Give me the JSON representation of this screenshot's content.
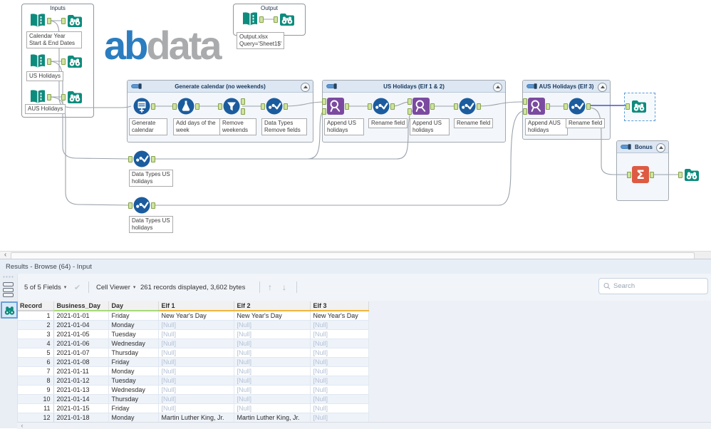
{
  "colors": {
    "teal": "#0d8c7d",
    "tool-blue": "#1b5c9e",
    "purple": "#7b4aa0",
    "summarize-orange": "#dd5b43",
    "logo-blue": "#2b7dc0",
    "logo-gray": "#a9abad",
    "underline-green": "#a6d977",
    "underline-amber": "#f0b63e",
    "selection-blue": "#5b9bd5",
    "wire-gray": "#9aa2ab",
    "wire-blue": "#4753c6"
  },
  "canvas": {
    "logo": {
      "part1": "ab",
      "part2": "data"
    },
    "containers": [
      "Inputs",
      "Output",
      "Generate calendar (no weekends)",
      "US Holidays (Elf 1 & 2)",
      "AUS Holidays (Elf 3)",
      "Bonus"
    ],
    "notes": {
      "calendar_year": "Calendar Year\nStart & End Dates",
      "us_holidays": "US Holidays",
      "aus_holidays": "AUS Holidays",
      "output_file": "Output.xlsx\nQuery='Sheet1$'",
      "generate_calendar": "Generate calendar",
      "add_days": "Add days of the week",
      "remove_weekends": "Remove weekends",
      "data_types_remove": "Data Types Remove fields",
      "append_us_1": "Append US holidays",
      "rename_1": "Rename field",
      "append_us_2": "Append US holidays",
      "rename_2": "Rename field",
      "append_aus": "Append AUS holidays",
      "rename_3": "Rename field",
      "data_types_us_1": "Data Types US holidays",
      "data_types_us_2": "Data Types US holidays"
    }
  },
  "results": {
    "title": "Results - Browse (64) - Input",
    "toolbar": {
      "fields_dropdown": "5 of 5 Fields",
      "cell_viewer": "Cell Viewer",
      "records_info": "261 records displayed, 3,602 bytes",
      "search_placeholder": "Search"
    }
  },
  "icons": {
    "caret_down": "▾",
    "check": "✔",
    "arrow_up": "↑",
    "arrow_down": "↓",
    "chevron_left": "‹"
  },
  "table": {
    "columns": [
      {
        "label": "Record",
        "underline": "gray"
      },
      {
        "label": "Business_Day",
        "underline": "green"
      },
      {
        "label": "Day",
        "underline": "green"
      },
      {
        "label": "Elf 1",
        "underline": "amber"
      },
      {
        "label": "Elf 2",
        "underline": "amber"
      },
      {
        "label": "Elf 3",
        "underline": "amber"
      }
    ],
    "rows": [
      [
        "1",
        "2021-01-01",
        "Friday",
        "New Year's Day",
        "New Year's Day",
        "New Year's Day"
      ],
      [
        "2",
        "2021-01-04",
        "Monday",
        "[Null]",
        "[Null]",
        "[Null]"
      ],
      [
        "3",
        "2021-01-05",
        "Tuesday",
        "[Null]",
        "[Null]",
        "[Null]"
      ],
      [
        "4",
        "2021-01-06",
        "Wednesday",
        "[Null]",
        "[Null]",
        "[Null]"
      ],
      [
        "5",
        "2021-01-07",
        "Thursday",
        "[Null]",
        "[Null]",
        "[Null]"
      ],
      [
        "6",
        "2021-01-08",
        "Friday",
        "[Null]",
        "[Null]",
        "[Null]"
      ],
      [
        "7",
        "2021-01-11",
        "Monday",
        "[Null]",
        "[Null]",
        "[Null]"
      ],
      [
        "8",
        "2021-01-12",
        "Tuesday",
        "[Null]",
        "[Null]",
        "[Null]"
      ],
      [
        "9",
        "2021-01-13",
        "Wednesday",
        "[Null]",
        "[Null]",
        "[Null]"
      ],
      [
        "10",
        "2021-01-14",
        "Thursday",
        "[Null]",
        "[Null]",
        "[Null]"
      ],
      [
        "11",
        "2021-01-15",
        "Friday",
        "[Null]",
        "[Null]",
        "[Null]"
      ],
      [
        "12",
        "2021-01-18",
        "Monday",
        "Martin Luther King, Jr.",
        "Martin Luther King, Jr.",
        "[Null]"
      ]
    ]
  }
}
